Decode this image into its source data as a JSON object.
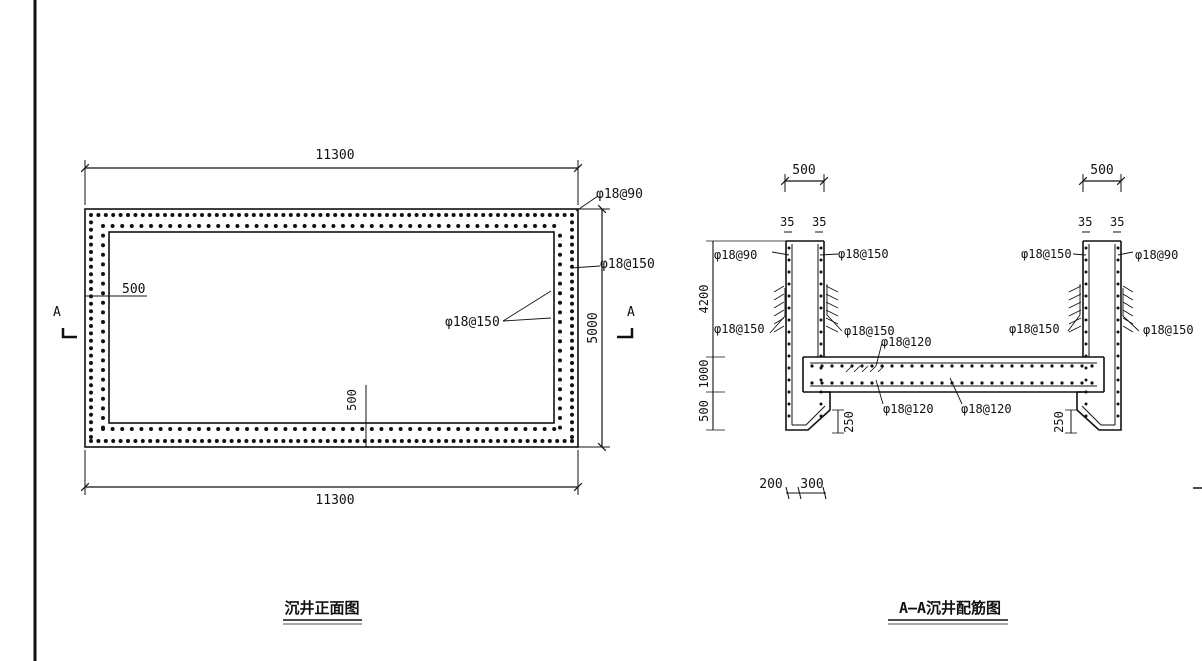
{
  "plan_view": {
    "title": "沉井正面图",
    "dim_top": "11300",
    "dim_bottom": "11300",
    "dim_height": "5000",
    "dim_wall_thickness": "500",
    "dim_wall_thickness_2": "500",
    "section_mark_left": "A",
    "section_mark_right": "A",
    "rebar_outer": "φ18@90",
    "rebar_mid": "φ18@150",
    "rebar_inner": "φ18@150"
  },
  "section_view": {
    "title": "A—A沉井配筋图",
    "dim_wall_left": "500",
    "dim_wall_right": "500",
    "cover_left_a": "35",
    "cover_left_b": "35",
    "cover_right_a": "35",
    "cover_right_b": "35",
    "dim_height_upper": "4200",
    "dim_slab": "1000",
    "dim_height_lower": "500",
    "dim_250_left": "250",
    "dim_250_right": "250",
    "dim_base_200": "200",
    "dim_base_300": "300",
    "rebar_left_outer": "φ18@90",
    "rebar_left_inner": "φ18@150",
    "rebar_left_outer_lower": "φ18@150",
    "rebar_left_inner_lower": "φ18@150",
    "rebar_right_inner": "φ18@150",
    "rebar_right_outer": "φ18@90",
    "rebar_right_inner_lower": "φ18@150",
    "rebar_right_outer_lower": "φ18@150",
    "rebar_slab_top": "φ18@120",
    "rebar_slab_bottom_left": "φ18@120",
    "rebar_slab_bottom_right": "φ18@120"
  }
}
